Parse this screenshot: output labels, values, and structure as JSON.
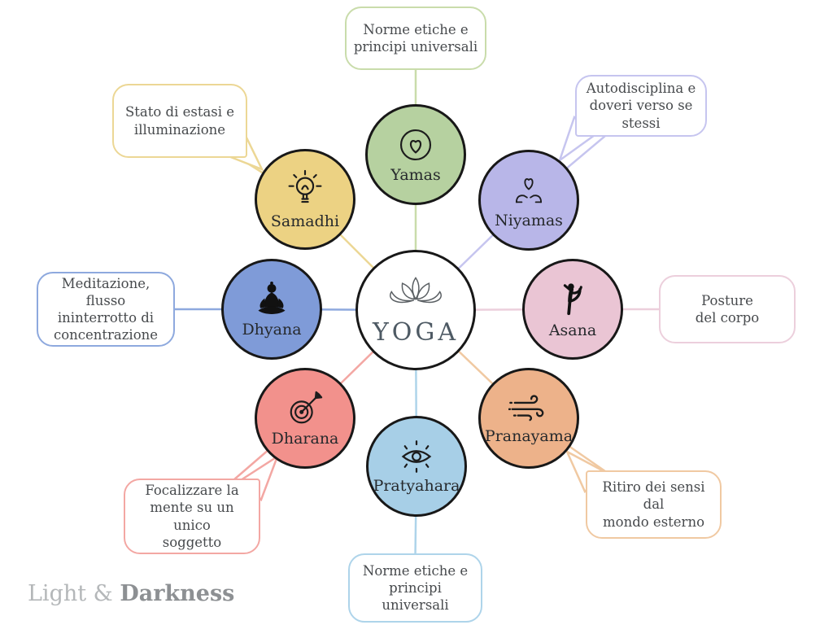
{
  "center": {
    "label": "YOGA",
    "icon": "lotus-icon"
  },
  "nodes": [
    {
      "id": "yamas",
      "label": "Yamas",
      "description": "Norme etiche e\nprincipi universali",
      "icon": "heart-circle-icon",
      "fill": "#b6d1a0",
      "line": "#c9dcab"
    },
    {
      "id": "niyamas",
      "label": "Niyamas",
      "description": "Autodisciplina e\ndoveri verso se\nstessi",
      "icon": "hands-heart-icon",
      "fill": "#b8b6e8",
      "line": "#c6c5ef"
    },
    {
      "id": "asana",
      "label": "Asana",
      "description": "Posture\ndel corpo",
      "icon": "dancer-icon",
      "fill": "#eac5d4",
      "line": "#eccfdc"
    },
    {
      "id": "pranayama",
      "label": "Pranayama",
      "description": "Ritiro dei sensi dal\nmondo esterno",
      "icon": "wind-icon",
      "fill": "#edb28a",
      "line": "#f0c9a2"
    },
    {
      "id": "pratyahara",
      "label": "Pratyahara",
      "description": "Norme etiche e\nprincipi universali",
      "icon": "eye-icon",
      "fill": "#a7cfe7",
      "line": "#aed4ea"
    },
    {
      "id": "dharana",
      "label": "Dharana",
      "description": "Focalizzare la\nmente su un unico\nsoggetto",
      "icon": "target-arrow-icon",
      "fill": "#f2918c",
      "line": "#f3a7a3"
    },
    {
      "id": "dhyana",
      "label": "Dhyana",
      "description": "Meditazione, flusso\nininterrotto di\nconcentrazione",
      "icon": "meditation-icon",
      "fill": "#7f9bd8",
      "line": "#8ea9de"
    },
    {
      "id": "samadhi",
      "label": "Samadhi",
      "description": "Stato di estasi e\nilluminazione",
      "icon": "lightbulb-icon",
      "fill": "#ecd283",
      "line": "#ecd795"
    }
  ],
  "branding": {
    "prefix": "Light &",
    "suffix": "Darkness"
  }
}
